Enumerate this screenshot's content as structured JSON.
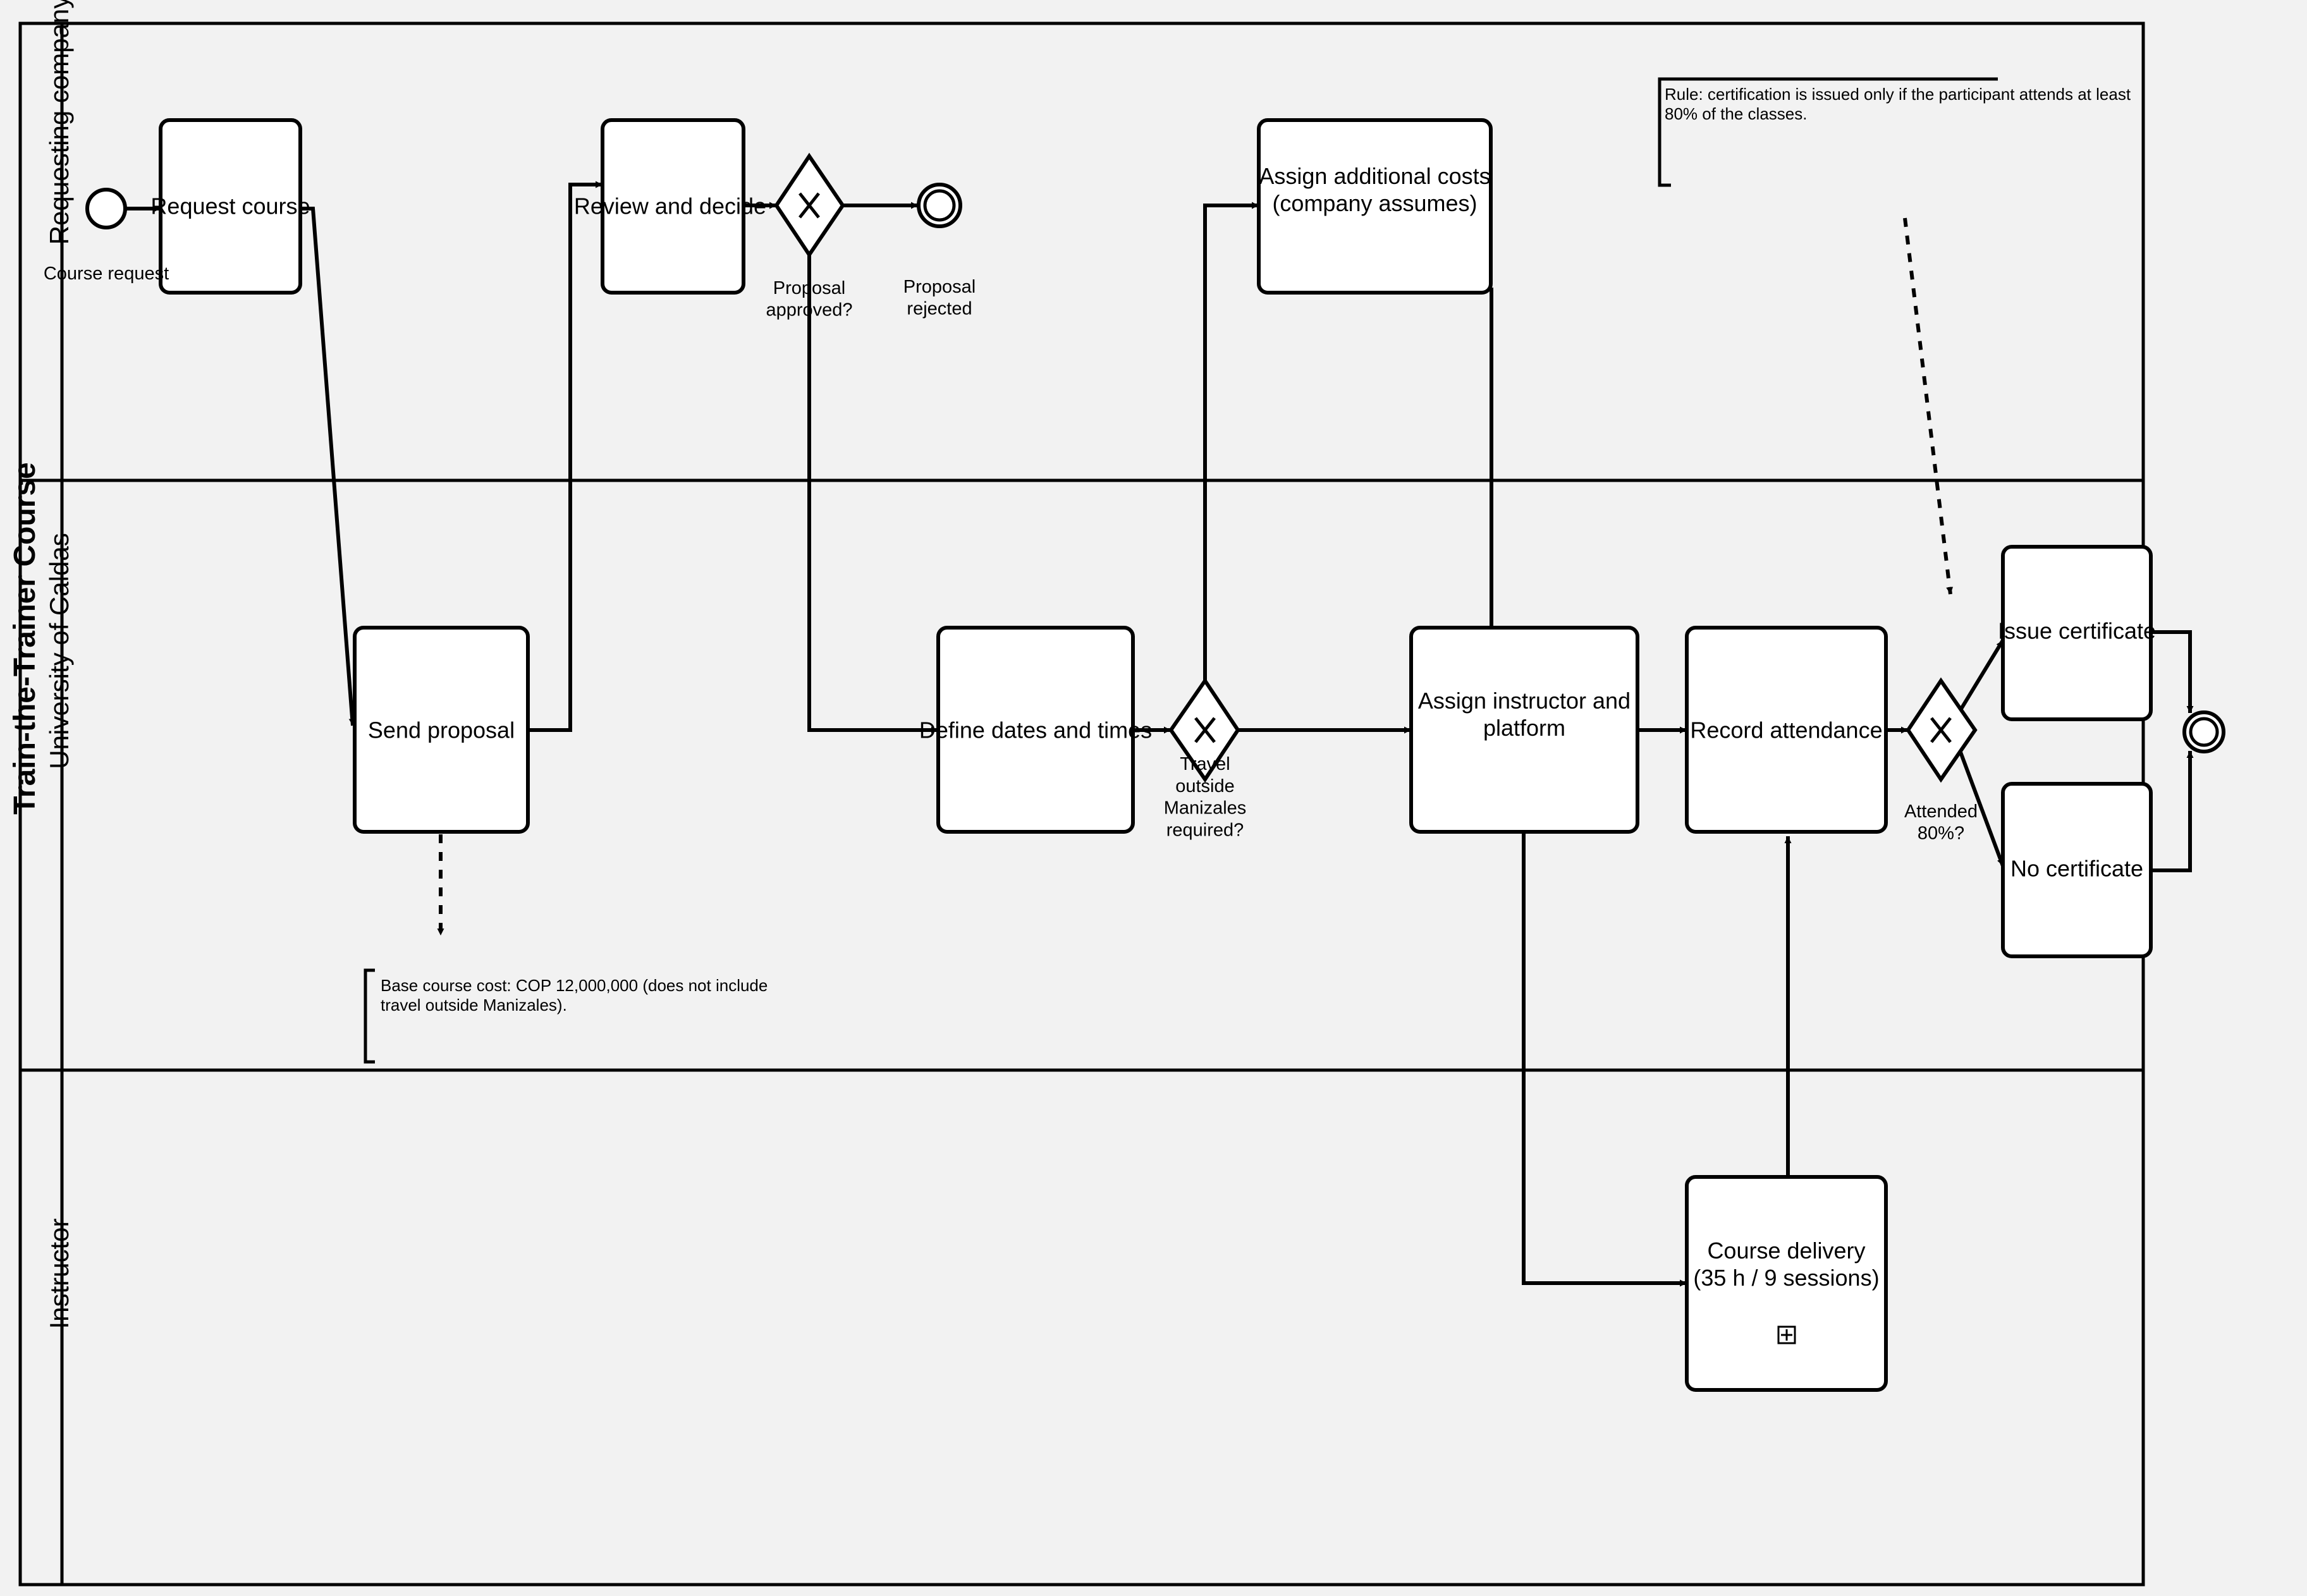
{
  "pool": {
    "title": "Train-the-Trainer Course"
  },
  "lanes": [
    {
      "id": "company",
      "label": "Requesting company"
    },
    {
      "id": "university",
      "label": "University of Caldas"
    },
    {
      "id": "instructor",
      "label": "Instructor"
    }
  ],
  "tasks": {
    "request_course": {
      "lines": [
        "Request course"
      ]
    },
    "review_decide": {
      "lines": [
        "Review and decide"
      ]
    },
    "assign_costs": {
      "lines": [
        "Assign additional costs",
        "(company assumes)"
      ]
    },
    "send_proposal": {
      "lines": [
        "Send proposal"
      ]
    },
    "define_dates": {
      "lines": [
        "Define dates and times"
      ]
    },
    "assign_instructor": {
      "lines": [
        "Assign instructor and",
        "platform"
      ]
    },
    "record_attendance": {
      "lines": [
        "Record attendance"
      ]
    },
    "issue_certificate": {
      "lines": [
        "Issue certificate"
      ]
    },
    "no_certificate": {
      "lines": [
        "No certificate"
      ]
    },
    "course_delivery": {
      "lines": [
        "Course delivery",
        "(35 h / 9 sessions)"
      ]
    }
  },
  "gateways": {
    "proposal_approved": {
      "lines": [
        "Proposal",
        "approved?"
      ]
    },
    "travel_required": {
      "lines": [
        "Travel",
        "outside",
        "Manizales",
        "required?"
      ]
    },
    "attended": {
      "lines": [
        "Attended",
        "80%?"
      ]
    }
  },
  "events": {
    "start": {
      "lines": [
        "Course request"
      ]
    },
    "rejected_end": {
      "lines": [
        "Proposal",
        "rejected"
      ]
    }
  },
  "annotations": {
    "certification_rule": {
      "lines": [
        "Rule: certification is issued only if the participant attends at least",
        "80% of the classes."
      ]
    },
    "base_cost": {
      "lines": [
        "Base course cost: COP 12,000,000 (does not include",
        "travel outside Manizales)."
      ]
    }
  }
}
